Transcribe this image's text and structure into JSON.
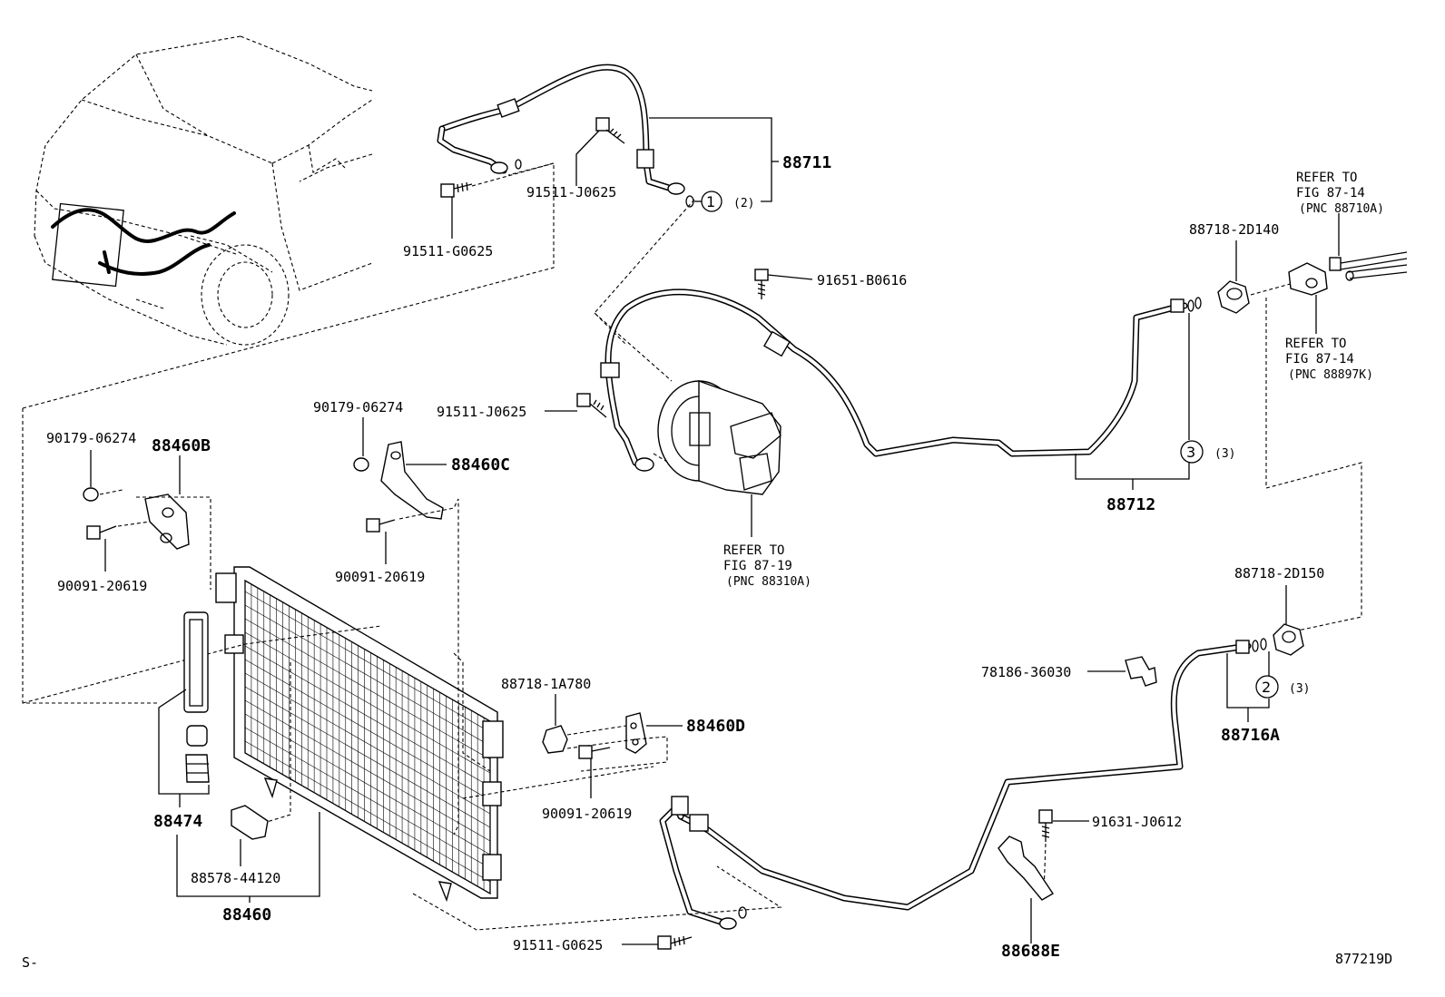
{
  "labels": {
    "p88711": "88711",
    "c1": "1",
    "q2a": "(2)",
    "p91511_j0625_a": "91511-J0625",
    "p91511_g0625_a": "91511-G0625",
    "p88718_2d140": "88718-2D140",
    "p91651_b0616": "91651-B0616",
    "p91511_j0625_b": "91511-J0625",
    "p88712": "88712",
    "c3": "3",
    "q3a": "(3)",
    "p90179_06274_a": "90179-06274",
    "p88460b": "88460B",
    "p90091_20619_a": "90091-20619",
    "p90179_06274_b": "90179-06274",
    "p88460c": "88460C",
    "p90091_20619_b": "90091-20619",
    "p88718_2d150": "88718-2D150",
    "p78186_36030": "78186-36030",
    "c2": "2",
    "q3b": "(3)",
    "p88716a": "88716A",
    "p88718_1a780": "88718-1A780",
    "p88460d": "88460D",
    "p90091_20619_c": "90091-20619",
    "p88474": "88474",
    "p88578_44120": "88578-44120",
    "p88460": "88460",
    "p91631_j0612": "91631-J0612",
    "p91511_g0625_b": "91511-G0625",
    "p88688e": "88688E",
    "footer_left": "S-",
    "footer_id": "877219D"
  },
  "refs": {
    "r1": {
      "l1": "REFER TO",
      "l2": "FIG 87-14",
      "l3": "(PNC 88710A)"
    },
    "r2": {
      "l1": "REFER TO",
      "l2": "FIG 87-14",
      "l3": "(PNC 88897K)"
    },
    "r3": {
      "l1": "REFER TO",
      "l2": "FIG 87-19",
      "l3": "(PNC 88310A)"
    }
  }
}
